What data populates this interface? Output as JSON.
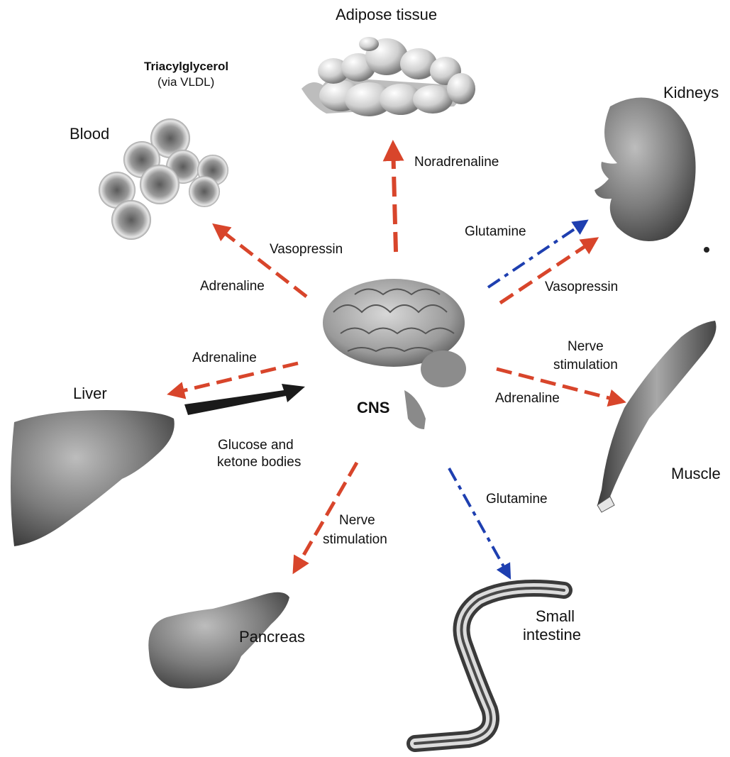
{
  "organs": {
    "adipose": "Adipose tissue",
    "blood": "Blood",
    "kidneys": "Kidneys",
    "liver": "Liver",
    "muscle": "Muscle",
    "pancreas": "Pancreas",
    "intestine_line1": "Small",
    "intestine_line2": "intestine",
    "cns": "CNS"
  },
  "signals": {
    "triacylglycerol_line1": "Triacylglycerol",
    "triacylglycerol_line2": "(via VLDL)",
    "noradrenaline": "Noradrenaline",
    "vasopressin_blood": "Vasopressin",
    "adrenaline_blood": "Adrenaline",
    "glutamine_kidney": "Glutamine",
    "vasopressin_kidney": "Vasopressin",
    "adrenaline_liver": "Adrenaline",
    "glucose_line1": "Glucose and",
    "glucose_line2": "ketone bodies",
    "nerve_muscle_line1": "Nerve",
    "nerve_muscle_line2": "stimulation",
    "adrenaline_muscle": "Adrenaline",
    "nerve_pancreas_line1": "Nerve",
    "nerve_pancreas_line2": "stimulation",
    "glutamine_intestine": "Glutamine"
  },
  "colors": {
    "hormone_arrow": "#d8452b",
    "glutamine_arrow": "#1e3fb0",
    "fuel_arrow": "#1a1a1a"
  }
}
